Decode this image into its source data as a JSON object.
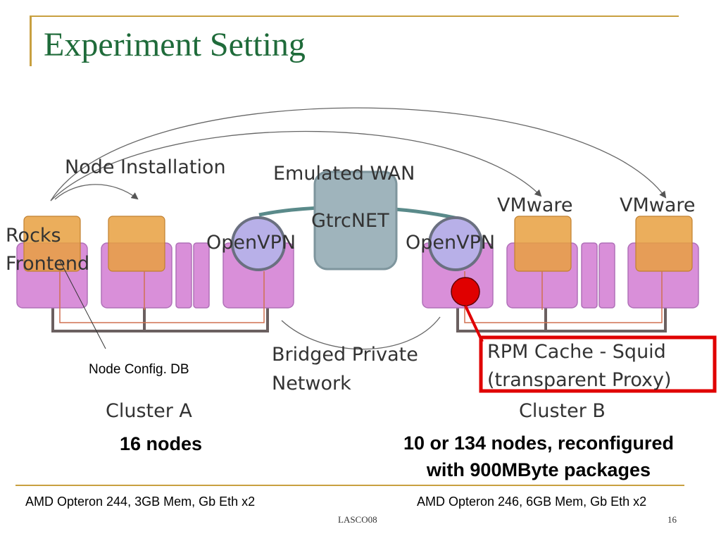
{
  "slide": {
    "title": "Experiment Setting",
    "footer_center": "LASCO08",
    "page_number": "16"
  },
  "diagram": {
    "node_installation": "Node Installation",
    "emulated_wan": "Emulated WAN",
    "gtrcnet": "GtrcNET",
    "openvpn_left": "OpenVPN",
    "openvpn_right": "OpenVPN",
    "vmware_1": "VMware",
    "vmware_2": "VMware",
    "rocks_line1": "Rocks",
    "rocks_line2": "Frontend",
    "bridged_line1": "Bridged Private",
    "bridged_line2": "Network",
    "rpm_line1": "RPM Cache - Squid",
    "rpm_line2": "(transparent Proxy)",
    "cluster_a": "Cluster A",
    "cluster_b": "Cluster B",
    "node_config_db": "Node Config. DB"
  },
  "annotations": {
    "nodes_a": "16 nodes",
    "nodes_b_line1": "10 or 134 nodes, reconfigured",
    "nodes_b_line2": "with 900MByte packages",
    "spec_a": "AMD Opteron 244, 3GB Mem, Gb Eth x2",
    "spec_b": "AMD Opteron 246, 6GB Mem, Gb Eth x2"
  },
  "colors": {
    "title": "#1f6b3a",
    "accent_rule": "#c8a040",
    "node_fill": "#d98fd9",
    "vm_fill": "#e8a040",
    "vpn_fill": "#b8b0e8",
    "wan_fill": "#9fb4bc",
    "wan_link": "#5a8a8a",
    "highlight_red": "#e00000"
  }
}
